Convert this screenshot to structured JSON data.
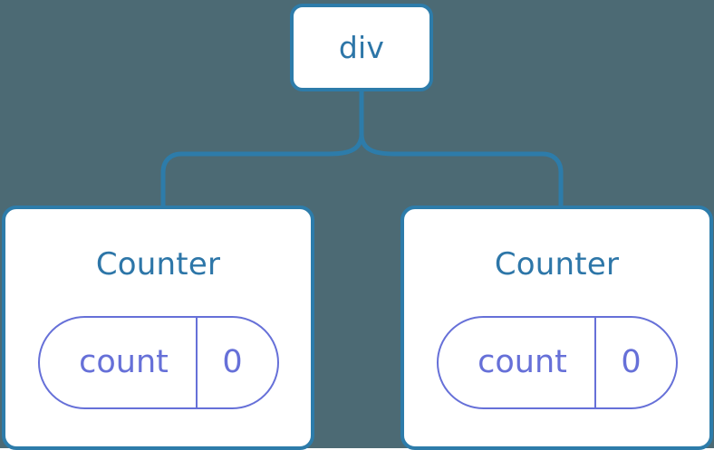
{
  "diagram": {
    "title": "react-component-tree",
    "background_color": "#4c6a74",
    "node_border_color": "#2d7caa",
    "node_text_color": "#2d76a8",
    "node_fill_color": "#ffffff",
    "state_accent_color": "#6670d8",
    "connector_color": "#2d7caa"
  },
  "root": {
    "label": "div"
  },
  "children": [
    {
      "label": "Counter",
      "state": {
        "key": "count",
        "value": "0"
      }
    },
    {
      "label": "Counter",
      "state": {
        "key": "count",
        "value": "0"
      }
    }
  ],
  "connectors": {
    "trunk_label": "root-to-children-branch",
    "left_branch_label": "branch-to-counter-1",
    "right_branch_label": "branch-to-counter-2"
  }
}
